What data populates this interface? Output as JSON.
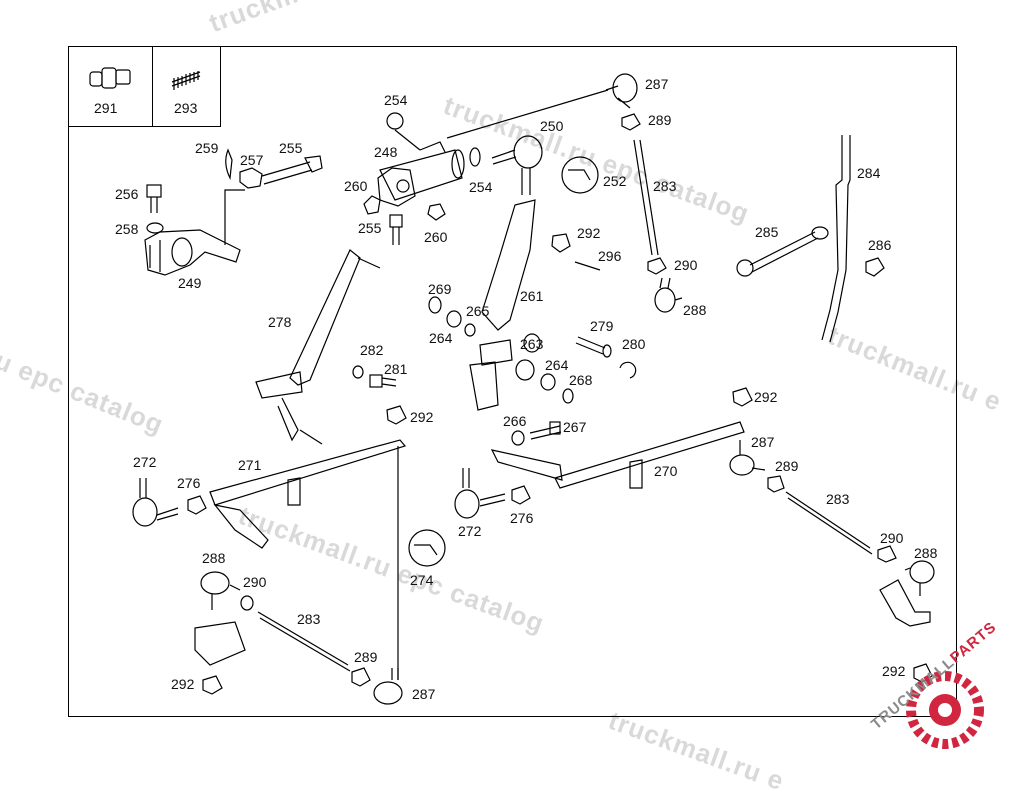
{
  "watermark": "truckmall.ru epc catalog",
  "watermark_short": "truckmall.ru e",
  "watermark_left": "u epc catalog",
  "logo": {
    "part1": "TRUCKMALL",
    "part2": "PARTS",
    "brand_color": "#d1263f"
  },
  "inset_labels": [
    "291",
    "293"
  ],
  "callouts": {
    "c254a": "254",
    "c254b": "254",
    "c250": "250",
    "c287a": "287",
    "c289a": "289",
    "c259": "259",
    "c257": "257",
    "c255a": "255",
    "c248": "248",
    "c252": "252",
    "c283a": "283",
    "c284": "284",
    "c256": "256",
    "c260a": "260",
    "c255b": "255",
    "c260b": "260",
    "c258": "258",
    "c292a": "292",
    "c296": "296",
    "c285": "285",
    "c286": "286",
    "c249": "249",
    "c290a": "290",
    "c269": "269",
    "c261": "261",
    "c288a": "288",
    "c278": "278",
    "c264a": "264",
    "c265": "265",
    "c279": "279",
    "c263": "263",
    "c280": "280",
    "c282": "282",
    "c281": "281",
    "c264b": "264",
    "c268": "268",
    "c292b": "292",
    "c292c": "292",
    "c266": "266",
    "c267": "267",
    "c272a": "272",
    "c271": "271",
    "c287b": "287",
    "c270": "270",
    "c289b": "289",
    "c276a": "276",
    "c283b": "283",
    "c276b": "276",
    "c272b": "272",
    "c290b": "290",
    "c288b": "288",
    "c274": "274",
    "c288c": "288",
    "c290c": "290",
    "c283c": "283",
    "c289c": "289",
    "c292d": "292",
    "c287c": "287",
    "c292e": "292"
  }
}
